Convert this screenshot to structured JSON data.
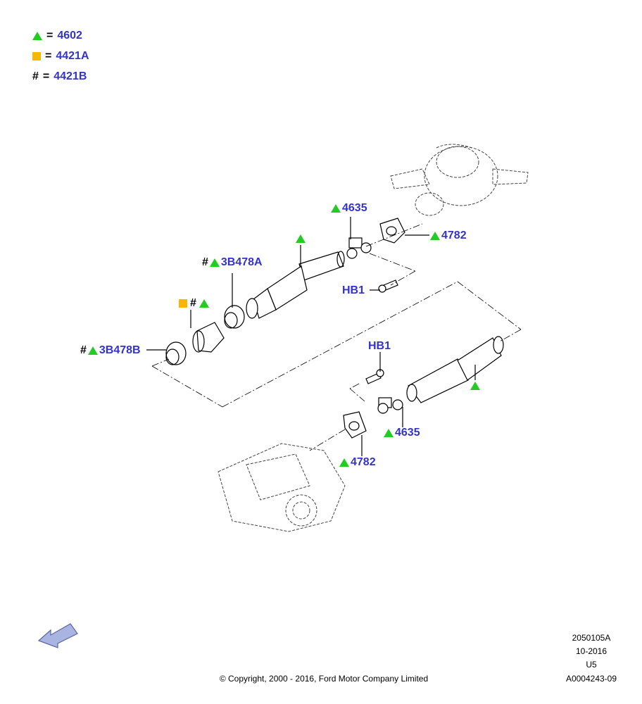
{
  "legend": [
    {
      "marker": "triangle",
      "eq": "=",
      "code": "4602"
    },
    {
      "marker": "square",
      "eq": "=",
      "code": "4421A"
    },
    {
      "marker": "hash",
      "eq": "=",
      "code": "4421B"
    }
  ],
  "callouts": {
    "c4635_top": {
      "markers": "▲",
      "code": "4635"
    },
    "c4782_top": {
      "markers": "▲",
      "code": "4782"
    },
    "c3B478A": {
      "hash": "#",
      "code": "3B478A"
    },
    "chb1_top": {
      "code": "HB1"
    },
    "cboot": {
      "hash": "#"
    },
    "c3B478B": {
      "hash": "#",
      "code": "3B478B"
    },
    "chb1_bot": {
      "code": "HB1"
    },
    "c4635_bot": {
      "code": "4635"
    },
    "c4782_bot": {
      "code": "4782"
    }
  },
  "footer": {
    "ref1": "2050105A",
    "ref2": "10-2016",
    "ref3": "U5",
    "ref4": "A0004243-09",
    "copyright": "© Copyright, 2000 - 2016, Ford Motor Company Limited"
  },
  "colors": {
    "triangle": "#22cc22",
    "square": "#f5b800",
    "code": "#3333cc"
  }
}
